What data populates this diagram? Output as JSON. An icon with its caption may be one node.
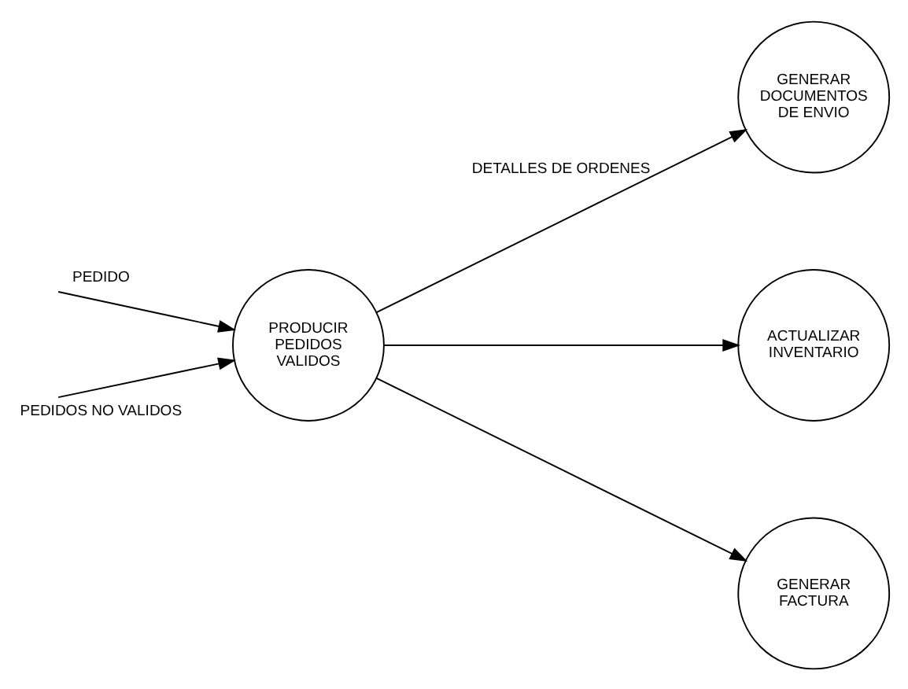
{
  "diagram": {
    "nodes": [
      {
        "text": [
          "PRODUCIR PEDIDOS VALIDOS"
        ]
      },
      {
        "text": [
          "GENERAR DOCUMENTOS DE ENVIO"
        ]
      },
      {
        "text": [
          "ACTUALIZAR INVENTARIO"
        ]
      },
      {
        "text": [
          "GENERAR FACTURA"
        ]
      }
    ],
    "edges": [
      {
        "from": null,
        "to": 0,
        "arrow": "to",
        "label": "PEDIDO"
      },
      {
        "from": null,
        "to": 0,
        "arrow": "to",
        "label": "PEDIDOS NO VALIDOS"
      },
      {
        "from": 0,
        "to": 1,
        "arrow": "to",
        "label": "DETALLES DE ORDENES"
      },
      {
        "from": 0,
        "to": 2,
        "arrow": "to"
      },
      {
        "from": 0,
        "to": 3,
        "arrow": "to"
      }
    ]
  }
}
